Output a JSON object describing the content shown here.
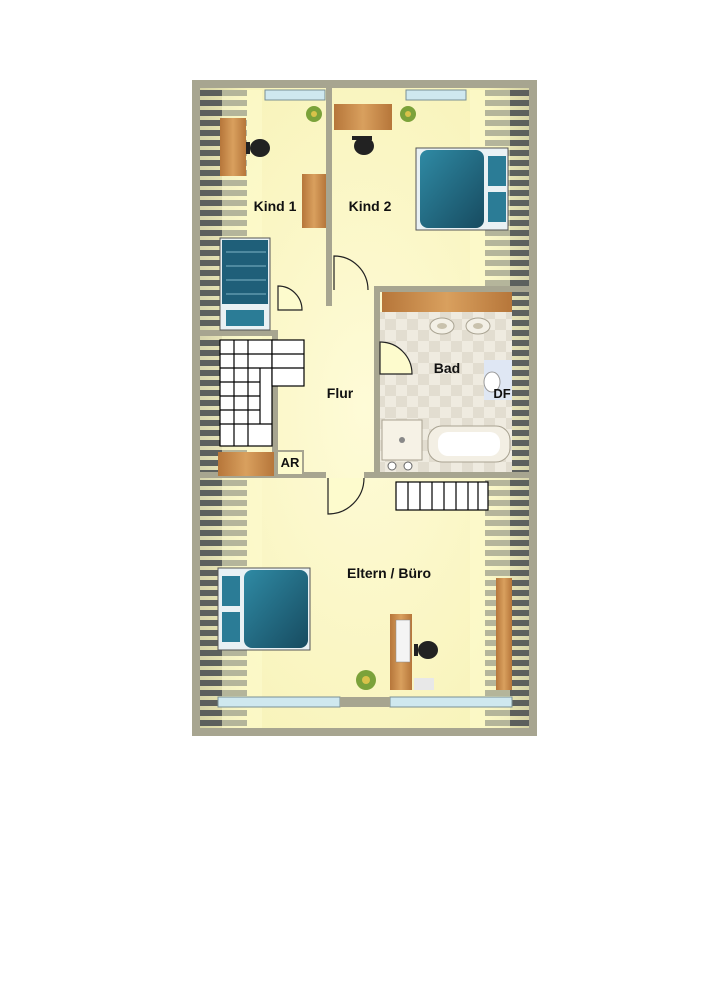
{
  "floor_plan": {
    "rooms": {
      "kind1": "Kind 1",
      "kind2": "Kind 2",
      "flur": "Flur",
      "bad": "Bad",
      "df": "DF",
      "ar": "AR",
      "eltern": "Eltern / Büro"
    },
    "colors": {
      "floor": "#fdfbcd",
      "wall": "#a7a590",
      "bathroom_tile": "#ece8dc",
      "wood": "#c98a45",
      "bed_blue": "#1e6078",
      "window": "#cfe8ef"
    },
    "icons": [
      "plant-icon",
      "office-chair-icon",
      "bed-icon",
      "sink-icon",
      "bathtub-icon",
      "shower-icon",
      "stairs-icon",
      "desk-icon"
    ]
  }
}
